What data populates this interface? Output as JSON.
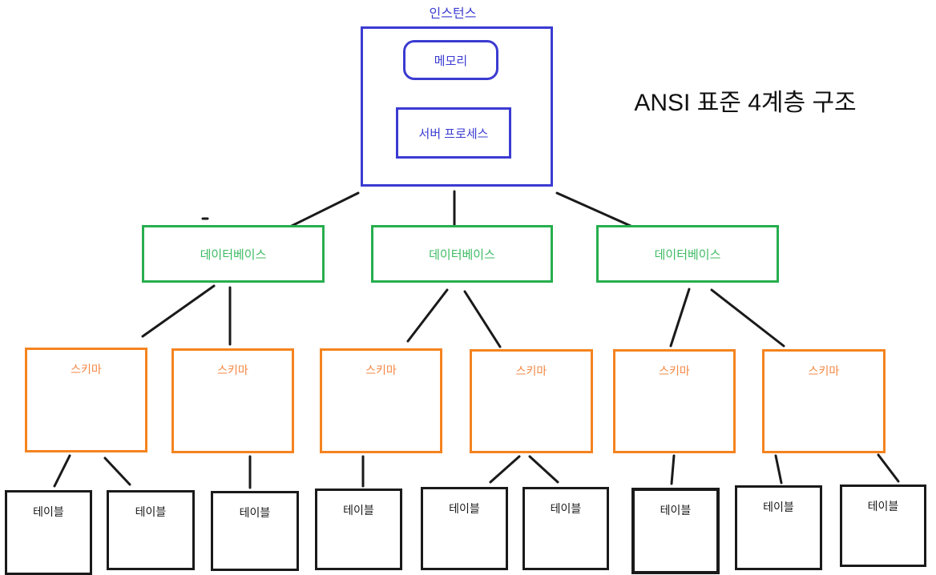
{
  "title": "ANSI 표준 4계층 구조",
  "instance": {
    "label": "인스턴스",
    "memory_label": "메모리",
    "server_process_label": "서버 프로세스"
  },
  "databases": [
    {
      "label": "데이터베이스"
    },
    {
      "label": "데이터베이스"
    },
    {
      "label": "데이터베이스"
    }
  ],
  "schemas": [
    {
      "label": "스키마"
    },
    {
      "label": "스키마"
    },
    {
      "label": "스키마"
    },
    {
      "label": "스키마"
    },
    {
      "label": "스키마"
    },
    {
      "label": "스키마"
    }
  ],
  "tables": [
    {
      "label": "테이블"
    },
    {
      "label": "테이블"
    },
    {
      "label": "테이블"
    },
    {
      "label": "테이블"
    },
    {
      "label": "테이블"
    },
    {
      "label": "테이블"
    },
    {
      "label": "테이블"
    },
    {
      "label": "테이블"
    },
    {
      "label": "테이블"
    }
  ],
  "colors": {
    "instance_blue": "#3b3bd2",
    "database_green": "#27ae4e",
    "schema_orange": "#f5831f",
    "table_black": "#1a1a1a",
    "line_black": "#1a1a1a"
  }
}
